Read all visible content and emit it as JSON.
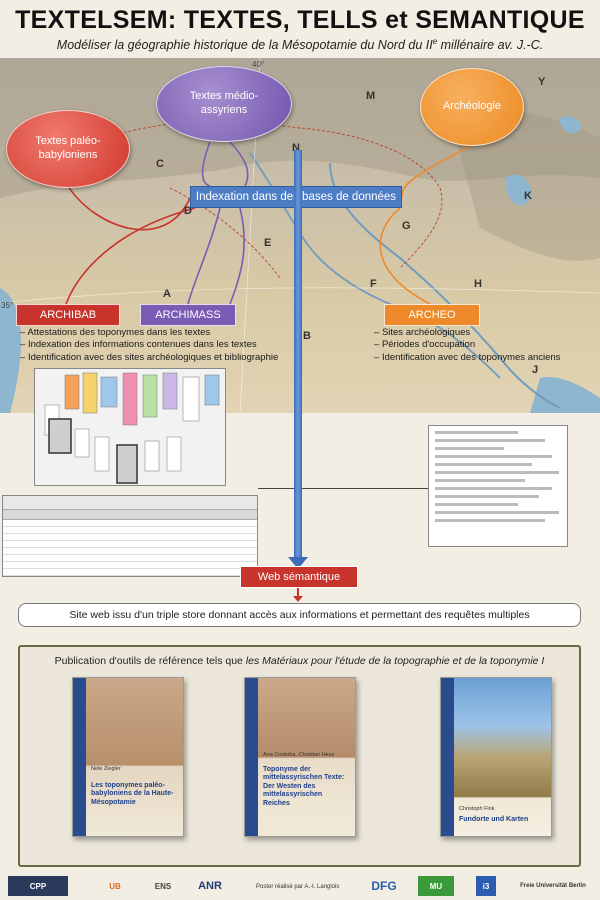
{
  "header": {
    "title": "TEXTELSEM: TEXTES, TELLS et SEMANTIQUE",
    "subtitle_main": "Modéliser la géographie historique de la Mésopotamie du Nord du II",
    "subtitle_sup": "e",
    "subtitle_end": " millénaire av. J.-C."
  },
  "map": {
    "coords": {
      "top": "40°",
      "left": "35°"
    },
    "letters": [
      "M",
      "Y",
      "N",
      "C",
      "D",
      "E",
      "G",
      "K",
      "A",
      "F",
      "H",
      "B",
      "J"
    ],
    "sources": {
      "paleo": "Textes paléo-babyloniens",
      "medio": "Textes médio-assyriens",
      "archeologie": "Archéologie"
    },
    "indexation": "Indexation dans des bases de données",
    "databases": {
      "archibab": "ARCHIBAB",
      "archimass": "ARCHIMASS",
      "archeo": "ARCHEO"
    },
    "bullets_left": [
      "Attestations des toponymes dans les textes",
      "Indexation des informations contenues dans les textes",
      "Identification avec des sites archéologiques et bibliographie"
    ],
    "bullets_right": [
      "Sites archéologiques",
      "Périodes d'occupation",
      "Identification avec des toponymes anciens"
    ],
    "colors": {
      "paleo": "#c8332b",
      "medio": "#7a5cb4",
      "archeo": "#ee8a2a",
      "blue": "#4d7dc4"
    }
  },
  "web": {
    "semantic": "Web sémantique",
    "site": "Site web issu d'un triple store donnant accès aux informations et permettant des requêtes multiples"
  },
  "publications": {
    "intro": "Publication d'outils de référence tels que ",
    "intro_italic": "les Matériaux pour l'étude de la topographie et de la toponymie I",
    "books": [
      {
        "author": "Nele Ziegler",
        "title": "Les toponymes paléo-babyloniens de la Haute-Mésopotamie"
      },
      {
        "author": "Ana Cordoba, Christian Hess",
        "title": "Toponyme der mittelassyrischen Texte: Der Westen des mittelassyrischen Reiches"
      },
      {
        "author": "Christoph Fink",
        "title": "Fundorte und Karten"
      }
    ]
  },
  "footer": {
    "logos": [
      "CPP",
      "UB",
      "ENS",
      "ANR",
      "DFG",
      "MU",
      "i3",
      "Freie Universität Berlin"
    ],
    "credit": "Poster réalisé par A.-I. Langlois"
  }
}
